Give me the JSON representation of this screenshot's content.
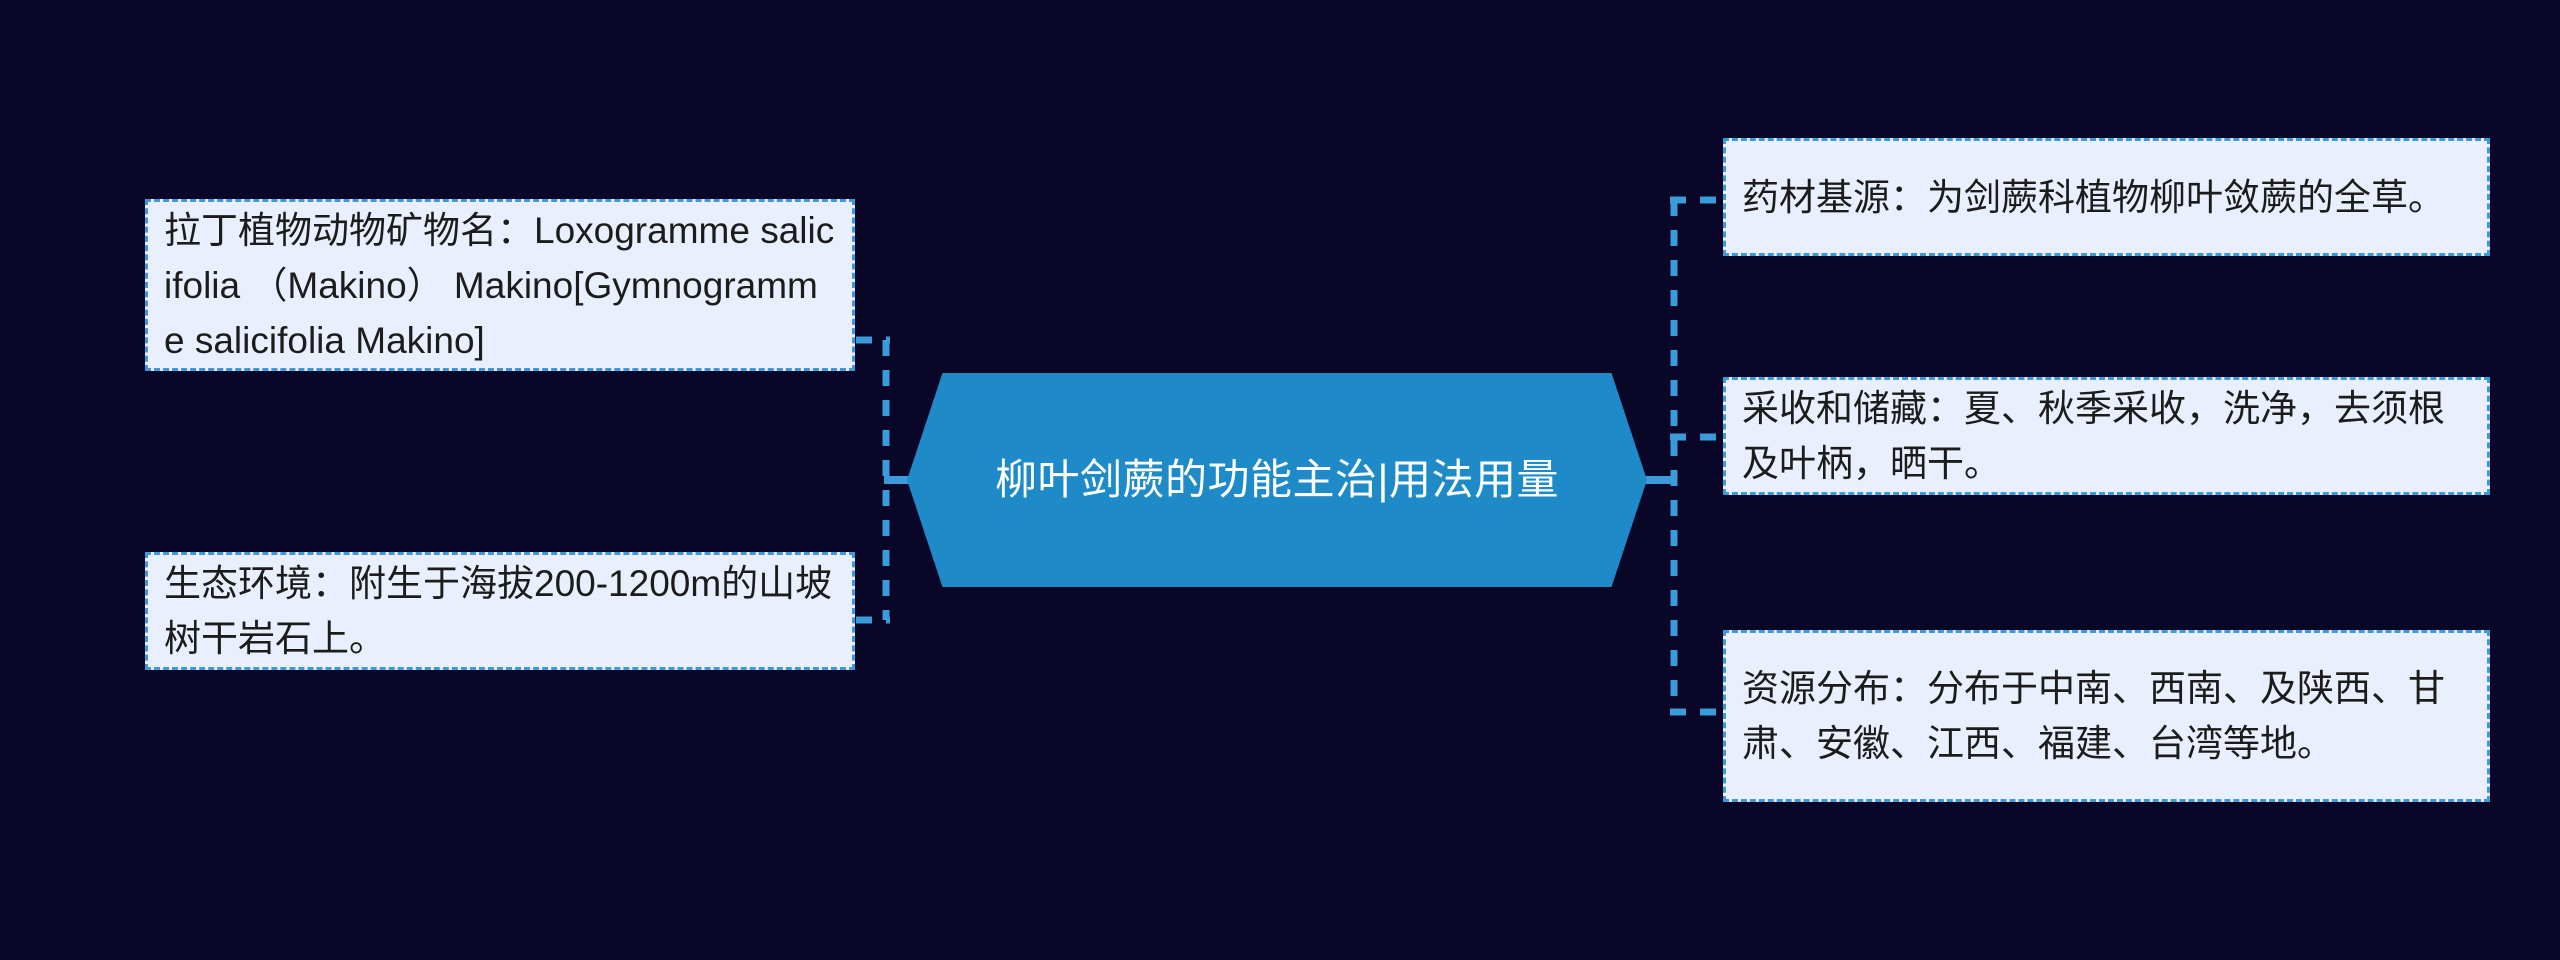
{
  "diagram": {
    "type": "mindmap",
    "background_color": "#0a0628",
    "accent_color": "#1e8bc8",
    "leaf_fill_color": "#e9effd",
    "leaf_border_color": "#3b9ad9",
    "center": {
      "label": "柳叶剑蕨的功能主治|用法用量"
    },
    "left_branches": [
      {
        "name": "latin-name",
        "text": "拉丁植物动物矿物名：Loxogramme salicifolia （Makino） Makino[Gymnogramme salicifolia Makino]"
      },
      {
        "name": "ecology",
        "text": "生态环境：附生于海拔200-1200m的山坡树干岩石上。"
      }
    ],
    "right_branches": [
      {
        "name": "source",
        "text": "药材基源：为剑蕨科植物柳叶敛蕨的全草。"
      },
      {
        "name": "harvest",
        "text": "采收和储藏：夏、秋季采收，洗净，去须根及叶柄，晒干。"
      },
      {
        "name": "distribution",
        "text": "资源分布：分布于中南、西南、及陕西、甘肃、安徽、江西、福建、台湾等地。"
      }
    ]
  }
}
